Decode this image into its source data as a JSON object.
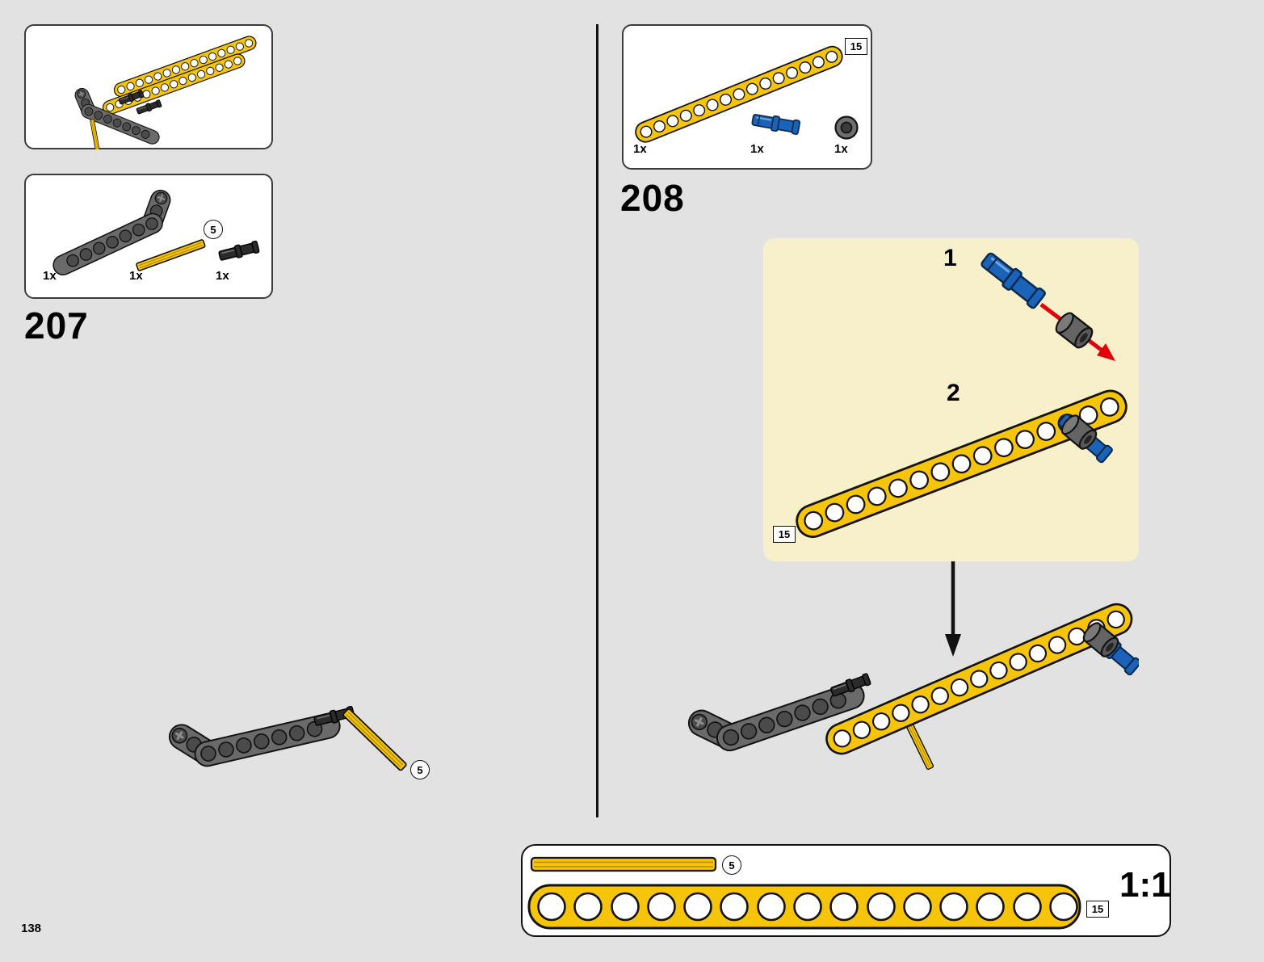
{
  "page": {
    "number": "138"
  },
  "colors": {
    "background": "#e2e2e2",
    "panel": "#ffffff",
    "callout": "#f7f0ca",
    "lego_yellow": "#f6c50a",
    "lego_dark_gray": "#6a6a6a",
    "lego_blue": "#1b63b8",
    "arrow_red": "#e3000b"
  },
  "step207": {
    "number": "207",
    "parts": [
      {
        "qty": "1x",
        "part": "beam-bent-dark-gray"
      },
      {
        "qty": "1x",
        "part": "axle-5-yellow",
        "callout": "5"
      },
      {
        "qty": "1x",
        "part": "pin-long-black"
      }
    ],
    "assembly_callout": "5"
  },
  "step208": {
    "number": "208",
    "beam_badge": "15",
    "parts": [
      {
        "qty": "1x",
        "part": "beam-15-yellow"
      },
      {
        "qty": "1x",
        "part": "pin-long-blue"
      },
      {
        "qty": "1x",
        "part": "bushing-dark-gray"
      }
    ],
    "substeps": [
      {
        "label": "1"
      },
      {
        "label": "2"
      }
    ],
    "callout_badge": "15"
  },
  "scale": {
    "axle_callout": "5",
    "beam_badge": "15",
    "ratio": "1:1"
  }
}
